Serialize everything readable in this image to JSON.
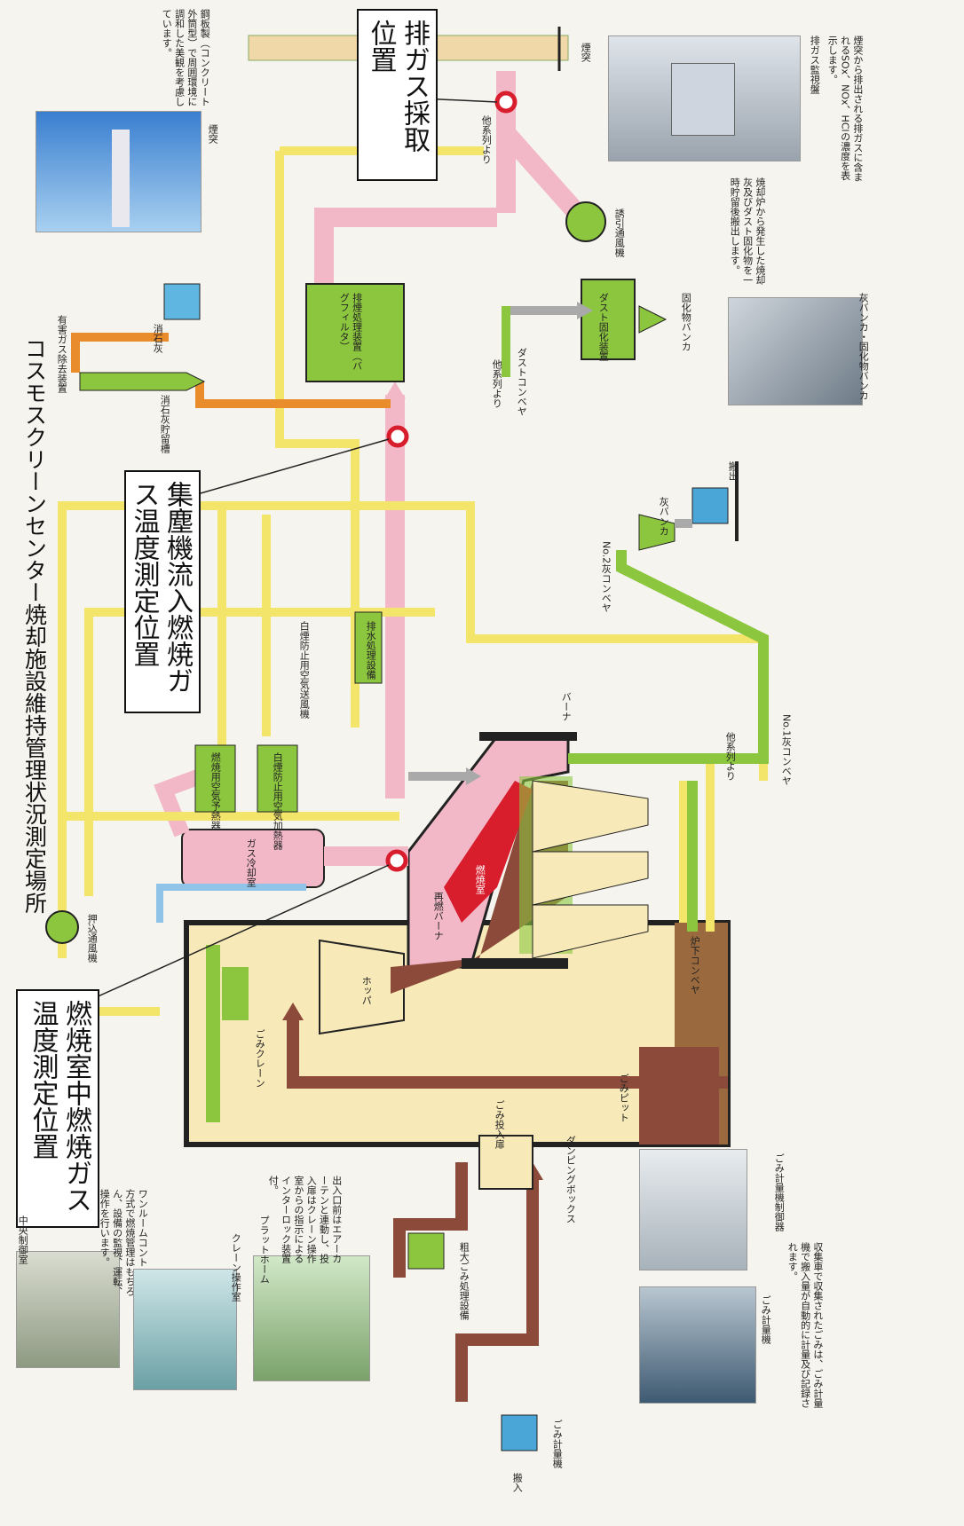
{
  "title": "コスモスクリーンセンター焼却施設維持管理状況測定場所",
  "callouts": {
    "exhaust_sampling": "排ガス採取位置",
    "dust_collector_inlet": "集塵機流入燃焼ガス温度測定位置",
    "furnace_temp": "燃焼室中燃焼ガス温度測定位置"
  },
  "equipment": {
    "chimney": "煙突",
    "induced_fan": "誘引通風機",
    "bag_filter": "排煙処理装置（バグフィルタ）",
    "dust_conveyor": "ダストコンベヤ",
    "dust_solidifier": "ダスト固化装置",
    "solidified_hopper": "固化物バンカ",
    "slaked_lime": "消石灰",
    "slaked_lime_silo": "消石灰貯留槽",
    "hcl_remover": "有害ガス除去装置",
    "gas_cooling": "ガス冷却室",
    "burner": "再燃バーナ",
    "combustion_room": "燃焼室",
    "hopper": "ホッパ",
    "crane": "ごみクレーン",
    "pit": "ごみピット",
    "dumping_box": "ダンピングボックス",
    "entry_door": "ごみ投入扉",
    "bulky_waste": "粗大ごみ処理設備",
    "scale": "ごみ計量機",
    "incoming": "搬入",
    "forced_fan": "押込通風機",
    "ash_conveyor_1": "No.1灰コンベヤ",
    "ash_conveyor_2": "No.2灰コンベヤ",
    "ash_hopper": "灰バンカ",
    "carry_out": "搬出",
    "under_grate_conveyor": "炉下コンベヤ",
    "burner_top": "バーナ",
    "from_other_line": "他系列より",
    "white_smoke_fan": "白煙防止用空気送風機",
    "white_smoke_heater": "白煙防止用空気加熱器",
    "air_preheater": "燃焼用空気予熱器",
    "water_supply": "排水処理設備"
  },
  "photo_captions": {
    "central_control": "中央制御室",
    "control_text": "ワンルームコントロール方式で燃焼管理はもちろん、設備の監視、運転、操作を行います。",
    "crane_room": "クレーン操作室",
    "platform": "プラットホーム",
    "platform_text": "出入口前はエアーカーテンと連動し、投入扉はクレーン操作室からの指示によるインターロック装置付。",
    "scale_room": "ごみ計量機",
    "scale_room2": "ごみ計量機制御器",
    "scale_text": "収集車で収集されたごみは、ごみ計量機で搬入量が自動的に計量及び記録されます。",
    "chimney_photo": "煙突",
    "chimney_text": "鋼板製（コンクリート外筒型）で周囲環境に調和した美観を考慮しています。",
    "exhaust_monitor": "排ガス監視盤",
    "exhaust_text": "煙突から排出される排ガスに含まれるSOx、NOx、HClの濃度を表示します。",
    "ash_hopper_photo": "灰バンカ・固化物バンカ",
    "ash_text": "焼却炉から発生した焼却灰及びダスト固化物を一時貯留後搬出します。"
  },
  "colors": {
    "yellow": "#f3e46a",
    "pink": "#f2b8c8",
    "green": "#8cc63f",
    "brown": "#8b4a3a",
    "orange": "#e98c2c",
    "gray": "#a9a9a9",
    "blue": "#8fc3e8",
    "red": "#d81e2c",
    "cream": "#f8eab8"
  }
}
